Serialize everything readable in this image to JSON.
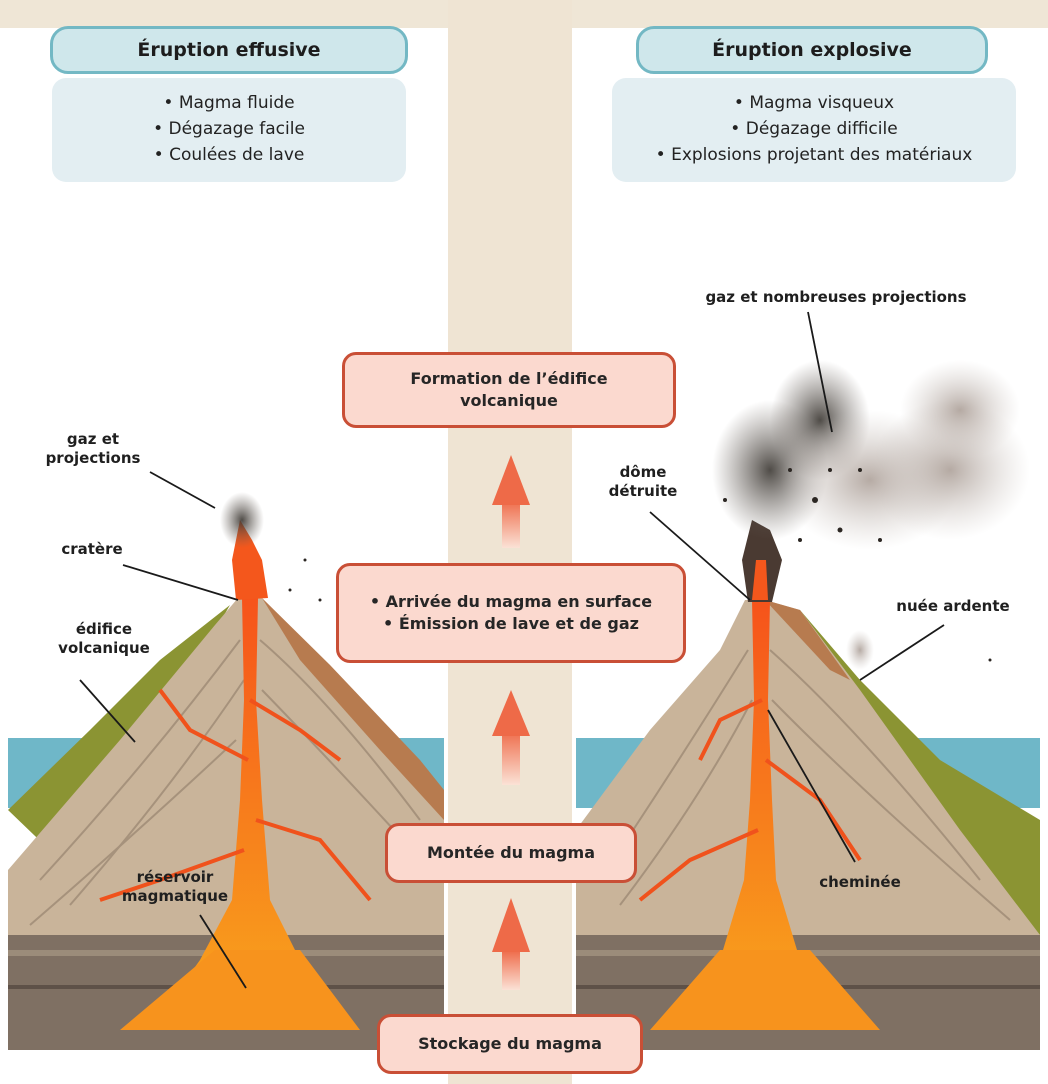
{
  "left_panel": {
    "title": "Éruption effusive",
    "bullets": [
      "• Magma fluide",
      "• Dégazage facile",
      "• Coulées de lave"
    ]
  },
  "right_panel": {
    "title": "Éruption explosive",
    "bullets": [
      "• Magma visqueux",
      "• Dégazage difficile",
      "• Explosions projetant des matériaux"
    ]
  },
  "steps": {
    "formation": [
      "Formation de l’édifice",
      "volcanique"
    ],
    "arrivee": [
      "• Arrivée du magma en surface",
      "• Émission de lave et de gaz"
    ],
    "montee": "Montée du magma",
    "stockage": "Stockage du magma"
  },
  "labels": {
    "gaz_projections": [
      "gaz et",
      "projections"
    ],
    "cratere": "cratère",
    "edifice": [
      "édifice",
      "volcanique"
    ],
    "reservoir": [
      "réservoir",
      "magmatique"
    ],
    "gaz_nombreuses": "gaz et nombreuses projections",
    "dome": [
      "dôme",
      "détruite"
    ],
    "nuee": "nuée ardente",
    "cheminee": "cheminée"
  },
  "colors": {
    "sea": "#6fb7c8",
    "lava": "#f0521c",
    "rock": "#c9b49a",
    "vegetation": "#8b9433",
    "title_border": "#73b8c4",
    "step_border": "#c94f36",
    "central_band": "#efe4d3"
  }
}
